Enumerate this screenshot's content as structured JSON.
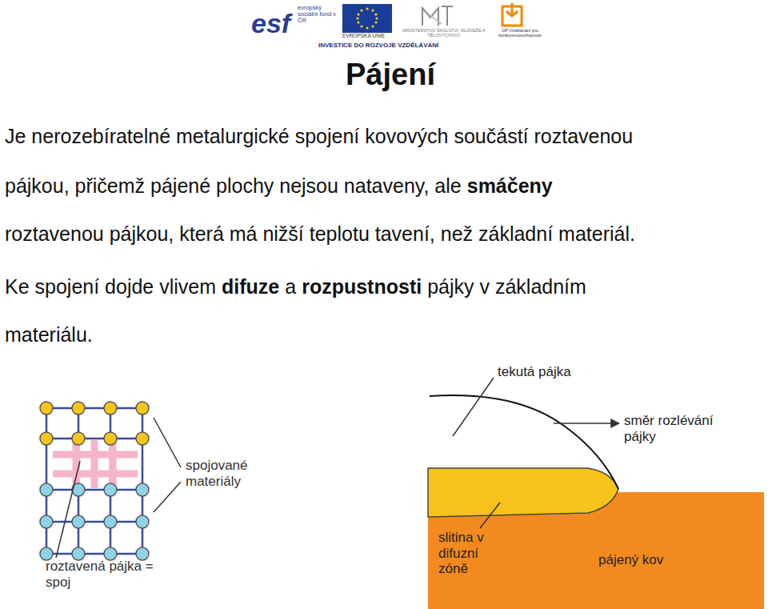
{
  "diagram": {
    "title": "Pájení",
    "labels": [
      "esf",
      "evropský sociální fond v ČR",
      "EVROPSKÁ UNIE",
      "MINISTERSTVO ŠKOLSTVÍ, MLÁDEŽE A TĚLOVÝCHOVY",
      "OP Vzdělávání pro konkurenceschopnost",
      "INVESTICE DO ROZVOJE VZDĚLÁVÁNÍ",
      "Je nerozebíratelné metalurgické spojení kovových součástí roztavenou",
      "pájkou, přičemž pájené plochy nejsou nataveny, ale",
      "smáčeny",
      "roztavenou pájkou, která má nižší teplotu tavení, než základní materiál.",
      "Ke spojení dojde vlivem",
      "difuze",
      "a",
      "rozpustnosti",
      "pájky v základním",
      "materiálu.",
      "spojované materiály",
      "roztavená pájka = spoj",
      "tekutá pájka",
      "směr rozlévání pájky",
      "slitina v difuzní zóně",
      "pájený kov"
    ]
  }
}
